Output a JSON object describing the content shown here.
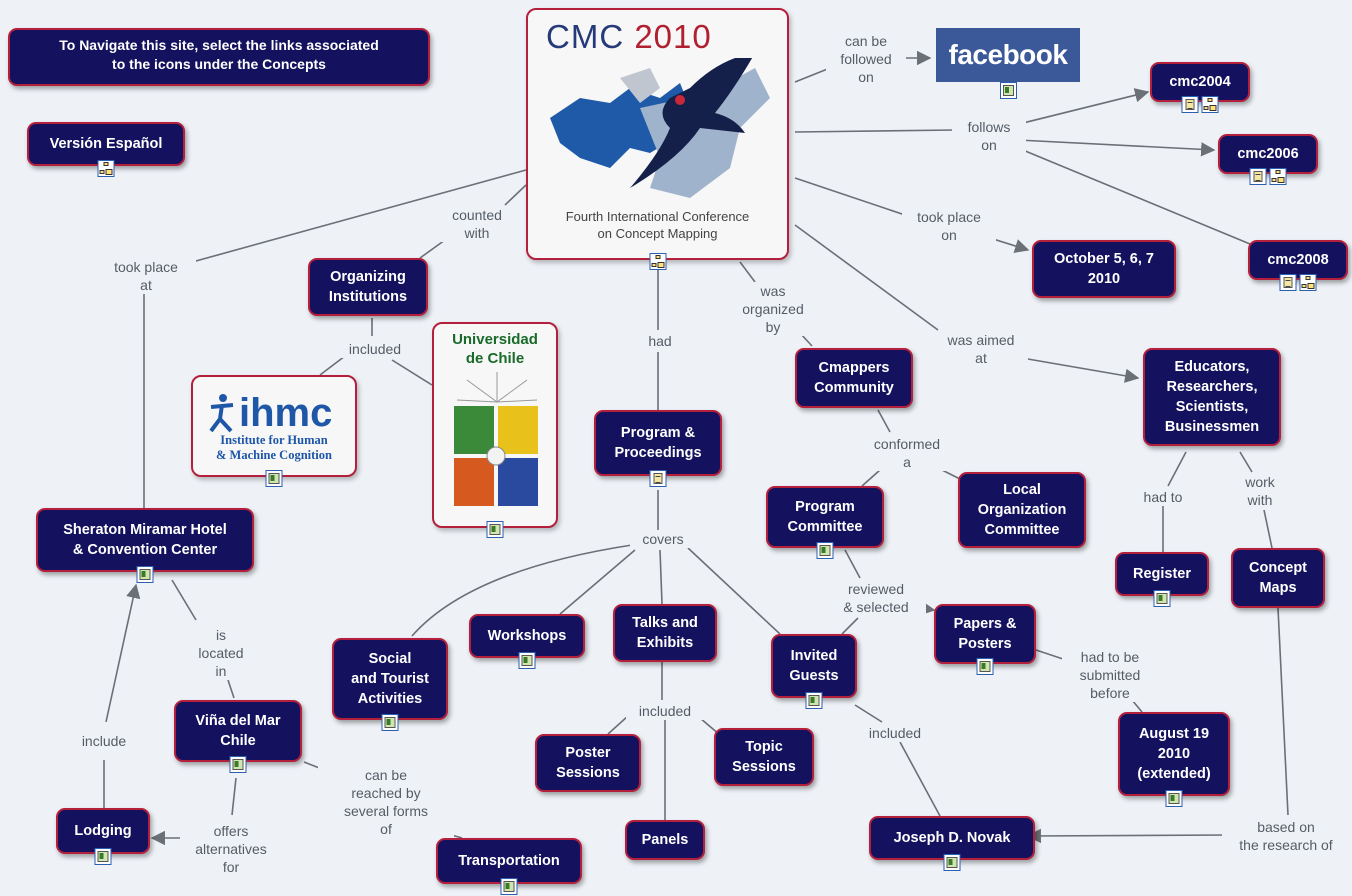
{
  "intro_text": "To Navigate this site, select the links associated\nto the icons under the Concepts",
  "conference": {
    "logo_text": "CMC",
    "logo_year": "2010",
    "subtitle": "Fourth International Conference\non Concept Mapping"
  },
  "facebook_logo": "facebook",
  "ihmc": {
    "logo": "ihmc",
    "name": "Institute for Human\n& Machine Cognition"
  },
  "uchile": {
    "name": "Universidad\nde Chile"
  },
  "concepts": {
    "version_espanol": "Versión Español",
    "cmc2004": "cmc2004",
    "cmc2006": "cmc2006",
    "cmc2008": "cmc2008",
    "dates": "October 5, 6, 7\n2010",
    "organizing": "Organizing\nInstitutions",
    "cmappers": "Cmappers\nCommunity",
    "educators": "Educators,\nResearchers,\nScientists,\nBusinessmen",
    "program_proceedings": "Program &\nProceedings",
    "program_committee": "Program\nCommittee",
    "local_committee": "Local\nOrganization\nCommittee",
    "register": "Register",
    "concept_maps": "Concept\nMaps",
    "sheraton": "Sheraton Miramar Hotel\n& Convention Center",
    "social": "Social\nand Tourist\nActivities",
    "workshops": "Workshops",
    "talks": "Talks and\nExhibits",
    "invited": "Invited\nGuests",
    "papers": "Papers &\nPosters",
    "august": "August 19\n2010\n(extended)",
    "vina": "Viña del Mar\nChile",
    "poster_sessions": "Poster\nSessions",
    "topic_sessions": "Topic\nSessions",
    "panels": "Panels",
    "lodging": "Lodging",
    "transportation": "Transportation",
    "novak": "Joseph D. Novak"
  },
  "labels": {
    "can_be_followed": "can be\nfollowed\non",
    "follows_on": "follows\non",
    "took_place_on": "took place\non",
    "counted_with": "counted\nwith",
    "took_place_at": "took place\nat",
    "included_1": "included",
    "had": "had",
    "was_organized_by": "was\norganized\nby",
    "was_aimed_at": "was aimed\nat",
    "conformed_a": "conformed\na",
    "had_to": "had to",
    "work_with": "work\nwith",
    "covers": "covers",
    "reviewed_selected": "reviewed\n& selected",
    "had_to_be_submitted": "had to be\nsubmitted\nbefore",
    "is_located_in": "is\nlocated\nin",
    "included_2": "included",
    "included_3": "included",
    "include": "include",
    "can_be_reached": "can be\nreached by\nseveral forms\nof",
    "offers_alternatives": "offers\nalternatives\nfor",
    "based_on": "based on\nthe research of"
  },
  "colors": {
    "node_fill": "#14125e",
    "node_border": "#b4203c",
    "link": "#6b6f76",
    "background": "#eef2f7"
  }
}
